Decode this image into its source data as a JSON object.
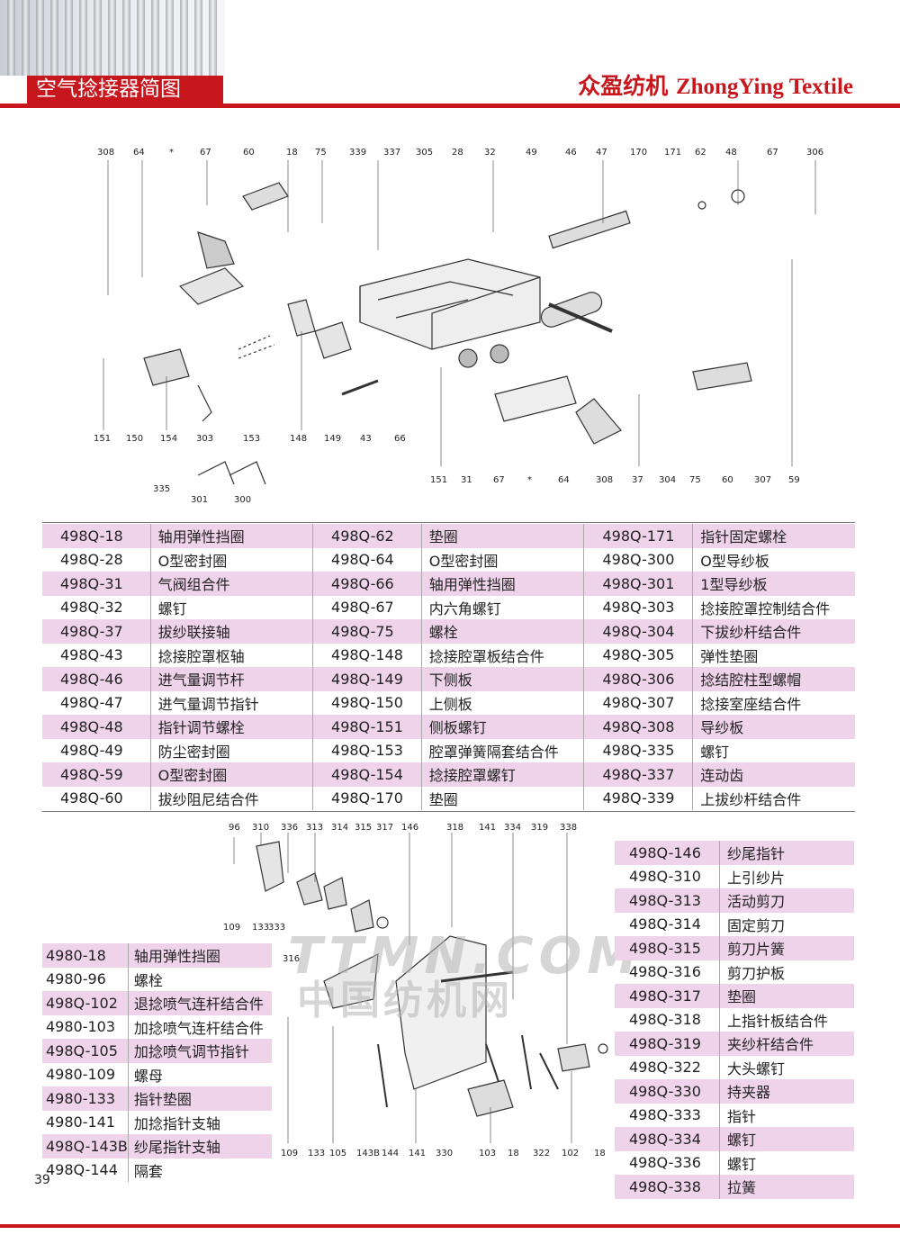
{
  "header": {
    "title": "空气捻接器简图",
    "brand_cn": "众盈纺机",
    "brand_en": "ZhongYing Textile"
  },
  "diagram1": {
    "top_labels": [
      "308",
      "64",
      "*",
      "67",
      "60",
      "18",
      "75",
      "339",
      "337",
      "305",
      "28",
      "32",
      "49",
      "46",
      "47",
      "170",
      "171",
      "62",
      "48",
      "67",
      "306"
    ],
    "bottom_labels": [
      "151",
      "150",
      "154",
      "303",
      "153",
      "148",
      "149",
      "43",
      "66",
      "151",
      "31",
      "67",
      "*",
      "64",
      "308",
      "37",
      "304",
      "75",
      "60",
      "307",
      "59"
    ],
    "small_labels": [
      "335",
      "301",
      "300"
    ]
  },
  "diagram2": {
    "top_labels": [
      "96",
      "310",
      "336",
      "313",
      "314",
      "315",
      "317",
      "146",
      "318",
      "141",
      "334",
      "319",
      "338"
    ],
    "left_labels": [
      "109",
      "133",
      "333",
      "316"
    ],
    "bottom_labels": [
      "109",
      "133",
      "105",
      "143B",
      "144",
      "141",
      "330",
      "103",
      "18",
      "322",
      "102",
      "18"
    ]
  },
  "watermark": {
    "line1": "TTMN.COM",
    "line2": "中国纺机网"
  },
  "table1": {
    "rows": [
      [
        [
          "498Q-18",
          "轴用弹性挡圈"
        ],
        [
          "498Q-62",
          "垫圈"
        ],
        [
          "498Q-171",
          "指针固定螺栓"
        ]
      ],
      [
        [
          "498Q-28",
          "O型密封圈"
        ],
        [
          "498Q-64",
          "O型密封圈"
        ],
        [
          "498Q-300",
          "O型导纱板"
        ]
      ],
      [
        [
          "498Q-31",
          "气阀组合件"
        ],
        [
          "498Q-66",
          "轴用弹性挡圈"
        ],
        [
          "498Q-301",
          "1型导纱板"
        ]
      ],
      [
        [
          "498Q-32",
          "螺钉"
        ],
        [
          "498Q-67",
          "内六角螺钉"
        ],
        [
          "498Q-303",
          "捻接腔罩控制结合件"
        ]
      ],
      [
        [
          "498Q-37",
          "拔纱联接轴"
        ],
        [
          "498Q-75",
          "螺栓"
        ],
        [
          "498Q-304",
          "下拔纱杆结合件"
        ]
      ],
      [
        [
          "498Q-43",
          "捻接腔罩枢轴"
        ],
        [
          "498Q-148",
          "捻接腔罩板结合件"
        ],
        [
          "498Q-305",
          "弹性垫圈"
        ]
      ],
      [
        [
          "498Q-46",
          "进气量调节杆"
        ],
        [
          "498Q-149",
          "下侧板"
        ],
        [
          "498Q-306",
          "捻结腔柱型螺帽"
        ]
      ],
      [
        [
          "498Q-47",
          "进气量调节指针"
        ],
        [
          "498Q-150",
          "上侧板"
        ],
        [
          "498Q-307",
          "捻接室座结合件"
        ]
      ],
      [
        [
          "498Q-48",
          "指针调节螺栓"
        ],
        [
          "498Q-151",
          "侧板螺钉"
        ],
        [
          "498Q-308",
          "导纱板"
        ]
      ],
      [
        [
          "498Q-49",
          "防尘密封圈"
        ],
        [
          "498Q-153",
          "腔罩弹簧隔套结合件"
        ],
        [
          "498Q-335",
          "螺钉"
        ]
      ],
      [
        [
          "498Q-59",
          "O型密封圈"
        ],
        [
          "498Q-154",
          "捻接腔罩螺钉"
        ],
        [
          "498Q-337",
          "连动齿"
        ]
      ],
      [
        [
          "498Q-60",
          "拔纱阻尼结合件"
        ],
        [
          "498Q-170",
          "垫圈"
        ],
        [
          "498Q-339",
          "上拔纱杆结合件"
        ]
      ]
    ]
  },
  "table2": {
    "rows": [
      [
        "4980-18",
        "轴用弹性挡圈"
      ],
      [
        "4980-96",
        "螺栓"
      ],
      [
        "498Q-102",
        "退捻喷气连杆结合件"
      ],
      [
        "4980-103",
        "加捻喷气连杆结合件"
      ],
      [
        "498Q-105",
        "加捻喷气调节指针"
      ],
      [
        "4980-109",
        "螺母"
      ],
      [
        "4980-133",
        "指针垫圈"
      ],
      [
        "4980-141",
        "加捻指针支轴"
      ],
      [
        "498Q-143B",
        "纱尾指针支轴"
      ],
      [
        "498Q-144",
        "隔套"
      ]
    ]
  },
  "table3": {
    "rows": [
      [
        "498Q-146",
        "纱尾指针"
      ],
      [
        "498Q-310",
        "上引纱片"
      ],
      [
        "498Q-313",
        "活动剪刀"
      ],
      [
        "498Q-314",
        "固定剪刀"
      ],
      [
        "498Q-315",
        "剪刀片簧"
      ],
      [
        "498Q-316",
        "剪刀护板"
      ],
      [
        "498Q-317",
        "垫圈"
      ],
      [
        "498Q-318",
        "上指针板结合件"
      ],
      [
        "498Q-319",
        "夹纱杆结合件"
      ],
      [
        "498Q-322",
        "大头螺钉"
      ],
      [
        "498Q-330",
        "持夹器"
      ],
      [
        "498Q-333",
        "指针"
      ],
      [
        "498Q-334",
        "螺钉"
      ],
      [
        "498Q-336",
        "螺钉"
      ],
      [
        "498Q-338",
        "拉簧"
      ]
    ]
  },
  "page_number": "39"
}
